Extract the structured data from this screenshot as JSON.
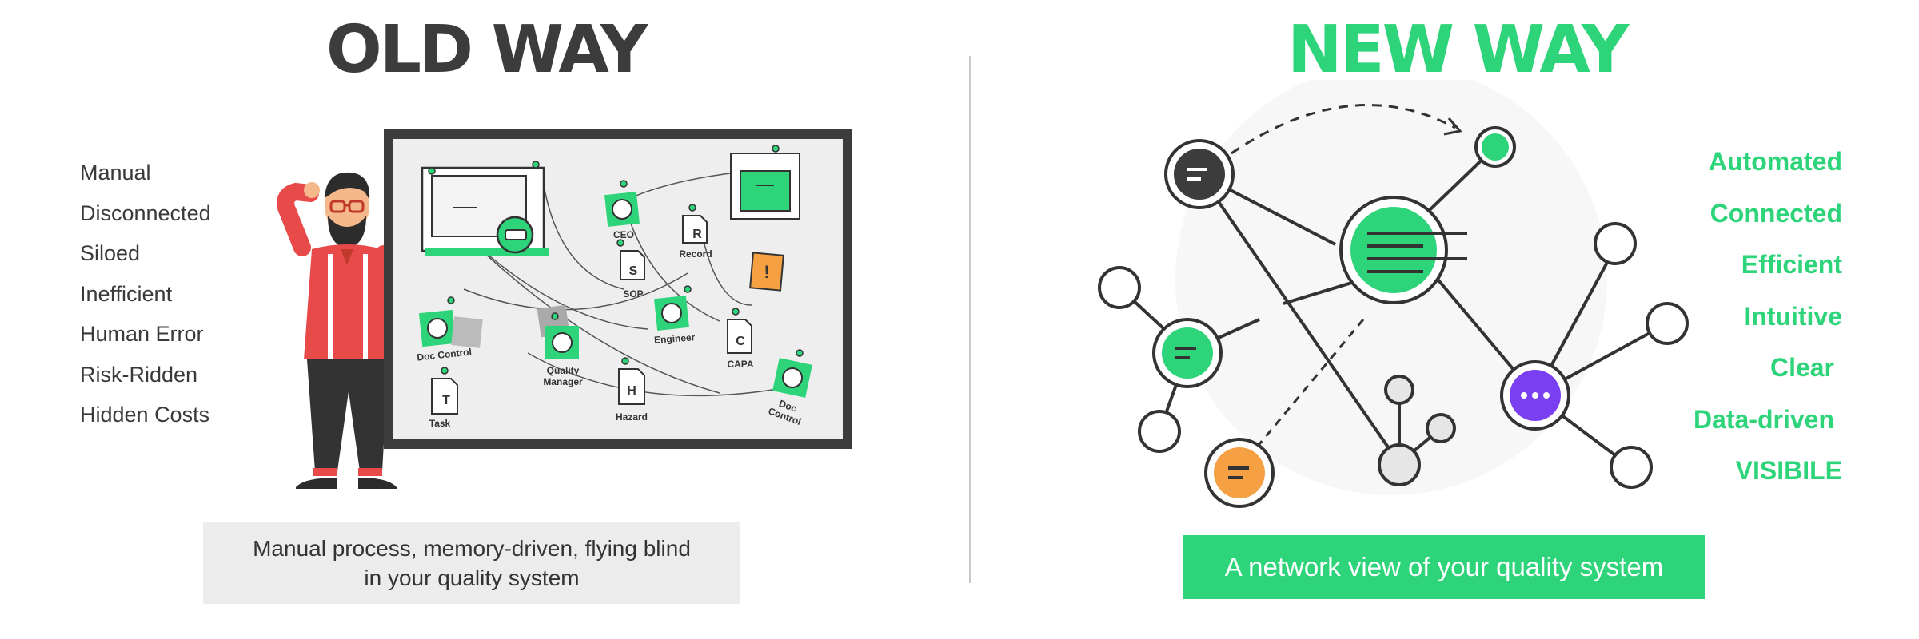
{
  "old": {
    "heading": "OLD WAY",
    "traits": [
      "Manual",
      "Disconnected",
      "Siloed",
      "Inefficient",
      "Human Error",
      "Risk-Ridden",
      "Hidden Costs"
    ],
    "board_labels": {
      "ceo": "CEO",
      "record": "Record",
      "sop": "SOP",
      "doc_control_left": "Doc Control",
      "quality_manager_line1": "Quality",
      "quality_manager_line2": "Manager",
      "engineer": "Engineer",
      "capa": "CAPA",
      "task": "Task",
      "hazard": "Hazard",
      "doc_control_right_line1": "Doc",
      "doc_control_right_line2": "Control"
    },
    "doc_letters": {
      "record": "R",
      "sop": "S",
      "capa": "C",
      "task": "T",
      "hazard": "H"
    },
    "caption_line1": "Manual process, memory-driven, flying blind",
    "caption_line2": "in your quality system"
  },
  "new": {
    "heading": "NEW WAY",
    "traits": [
      "Automated",
      "Connected",
      "Efficient",
      "Intuitive",
      "Clear",
      "Data-driven",
      "VISIBILE"
    ],
    "caption": "A network view of your quality system"
  },
  "colors": {
    "green": "#2ed47a",
    "dark": "#3c3c3c",
    "orange": "#f5a043",
    "purple": "#7b3ff2",
    "red_shirt": "#e84a4a"
  }
}
